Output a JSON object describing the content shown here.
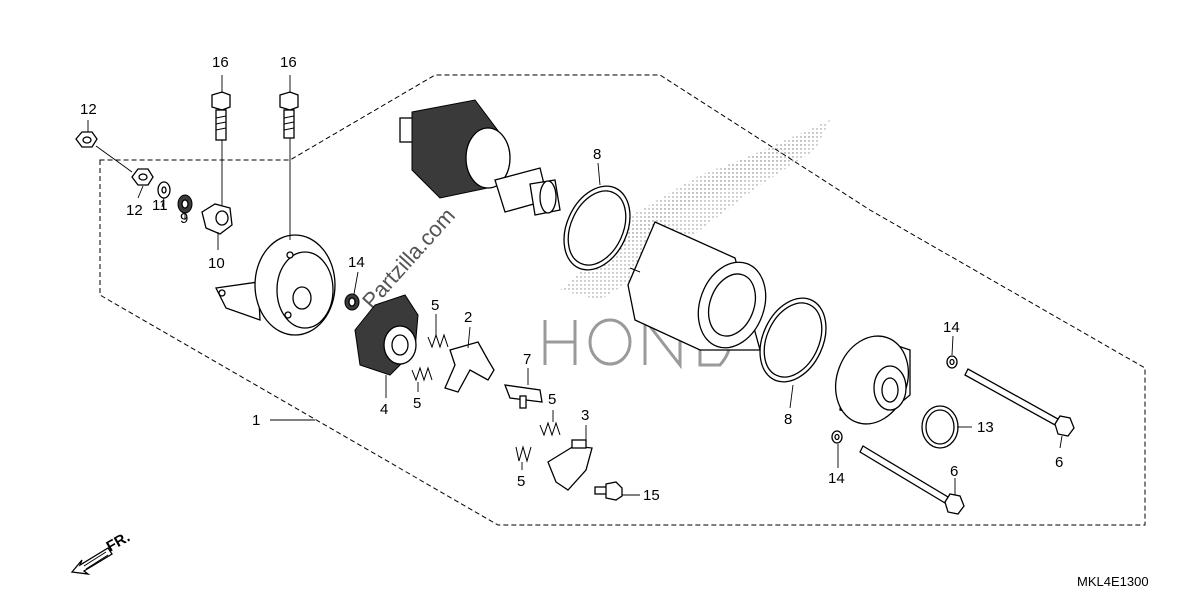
{
  "diagram": {
    "watermark": "Partzilla.com",
    "diagram_code": "MKL4E1300",
    "front_marker": "FR.",
    "callouts": [
      {
        "id": "c1",
        "text": "1"
      },
      {
        "id": "c2",
        "text": "2"
      },
      {
        "id": "c3",
        "text": "3"
      },
      {
        "id": "c4",
        "text": "4"
      },
      {
        "id": "c5a",
        "text": "5"
      },
      {
        "id": "c5b",
        "text": "5"
      },
      {
        "id": "c5c",
        "text": "5"
      },
      {
        "id": "c5d",
        "text": "5"
      },
      {
        "id": "c6a",
        "text": "6"
      },
      {
        "id": "c6b",
        "text": "6"
      },
      {
        "id": "c7",
        "text": "7"
      },
      {
        "id": "c8a",
        "text": "8"
      },
      {
        "id": "c8b",
        "text": "8"
      },
      {
        "id": "c9",
        "text": "9"
      },
      {
        "id": "c10",
        "text": "10"
      },
      {
        "id": "c11",
        "text": "11"
      },
      {
        "id": "c12a",
        "text": "12"
      },
      {
        "id": "c12b",
        "text": "12"
      },
      {
        "id": "c13",
        "text": "13"
      },
      {
        "id": "c14a",
        "text": "14"
      },
      {
        "id": "c14b",
        "text": "14"
      },
      {
        "id": "c14c",
        "text": "14"
      },
      {
        "id": "c15",
        "text": "15"
      },
      {
        "id": "c16a",
        "text": "16"
      },
      {
        "id": "c16b",
        "text": "16"
      }
    ]
  }
}
